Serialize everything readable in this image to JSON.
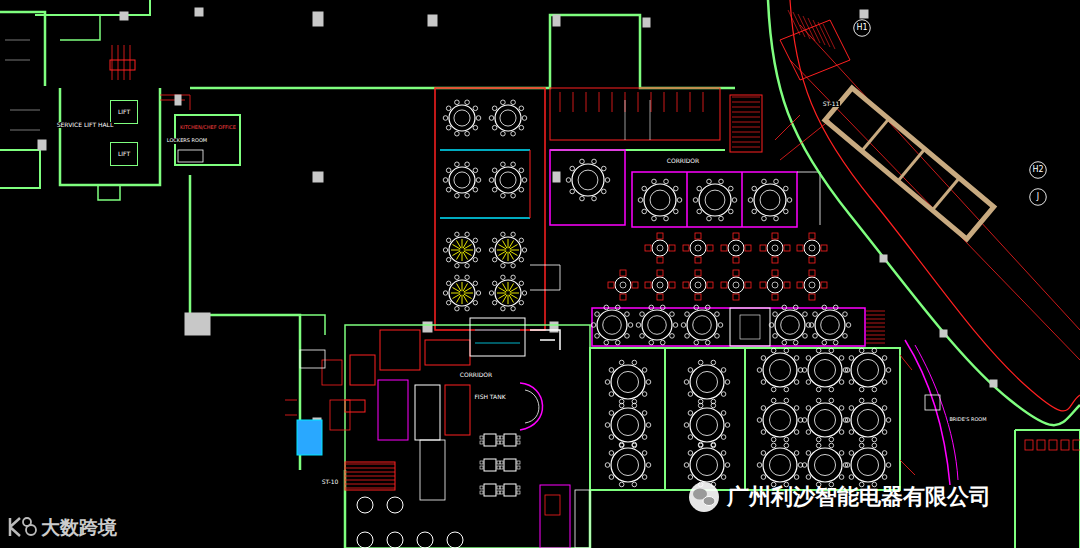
{
  "diagram": {
    "nodes": [
      {
        "text": [
          "H1"
        ]
      },
      {
        "text": [
          "LIFT"
        ]
      },
      {
        "text": [
          "LIFT"
        ]
      },
      {
        "text": [
          "H2"
        ]
      },
      {
        "text": [
          "J"
        ]
      }
    ],
    "labels": [
      "SERVICE LIFT HALL",
      "KITCHEN/CHEF OFFICE",
      "LOCKERS ROOM",
      "CORRIDOR",
      "CORRIDOR",
      "FISH TANK",
      "ST-11",
      "ST-10",
      "BRIDE'S ROOM",
      "大数跨境",
      "广州利沙智能电器有限公司"
    ]
  }
}
